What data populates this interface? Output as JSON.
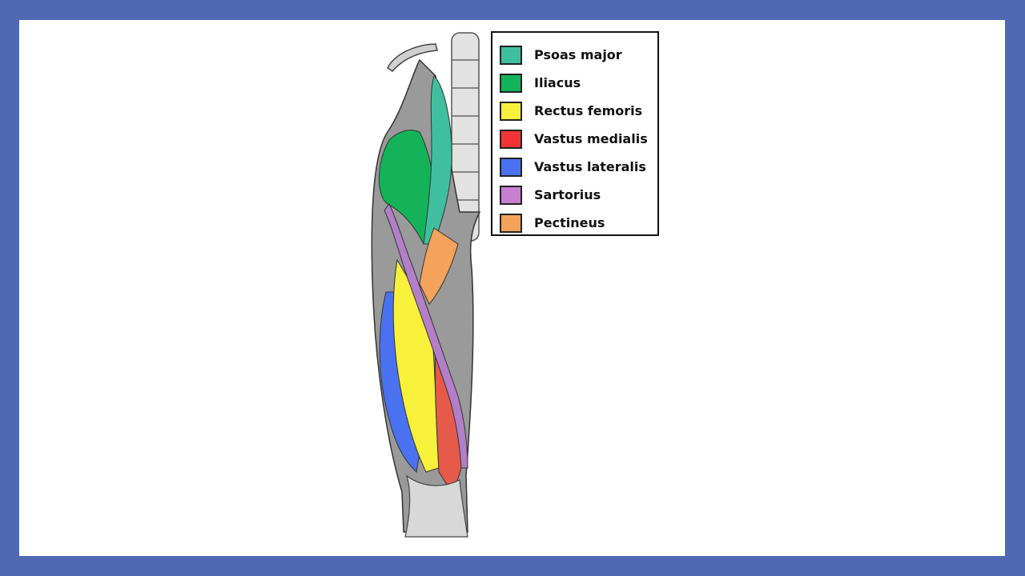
{
  "colors": {
    "frame": "#4f69b4",
    "background": "#ffffff",
    "bone": "#e2e2e2",
    "muscle_gray": "#8a8a8a",
    "tendon": "#d8d8d8"
  },
  "legend": {
    "items": [
      {
        "label": "Psoas major",
        "color": "#3fbf9f"
      },
      {
        "label": "Iliacus",
        "color": "#14b35a"
      },
      {
        "label": "Rectus femoris",
        "color": "#f7f13c"
      },
      {
        "label": "Vastus medialis",
        "color": "#f23434"
      },
      {
        "label": "Vastus lateralis",
        "color": "#4a72f0"
      },
      {
        "label": "Sartorius",
        "color": "#c77fd0"
      },
      {
        "label": "Pectineus",
        "color": "#f5a25a"
      }
    ]
  }
}
